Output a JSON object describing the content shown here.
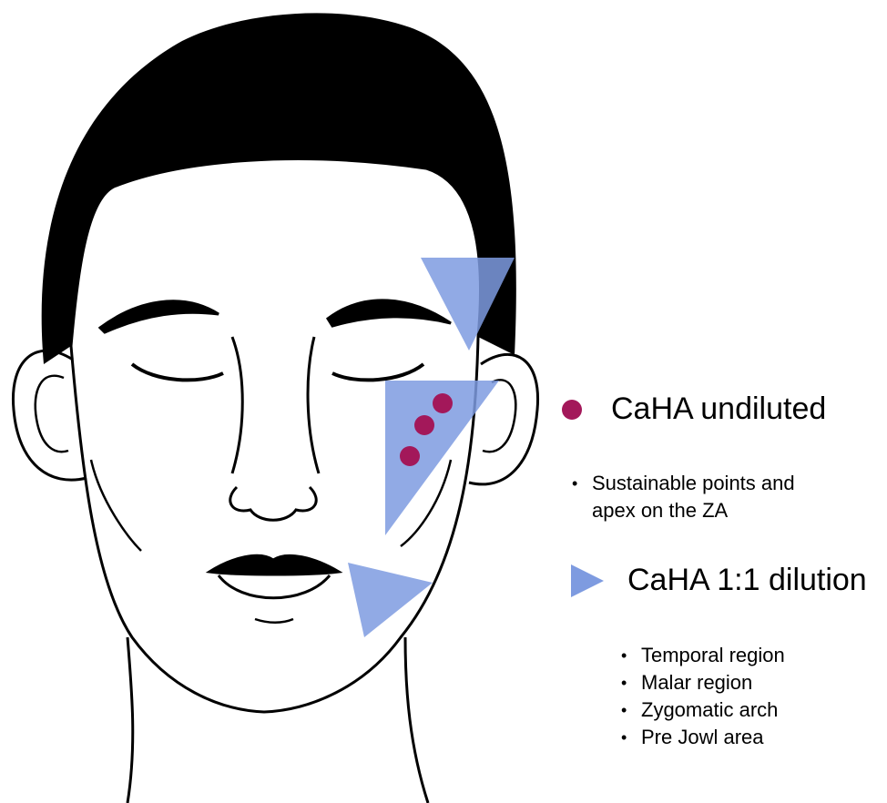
{
  "colors": {
    "undiluted": "#a3185a",
    "dilution": "#7e9be0",
    "line": "#000000",
    "hair": "#000000"
  },
  "legend": {
    "undiluted": {
      "marker": "dot",
      "label": "CaHA undiluted",
      "notes": [
        "Sustainable points and",
        "apex on the ZA"
      ]
    },
    "dilution": {
      "marker": "triangle",
      "label": "CaHA 1:1 dilution",
      "notes": [
        "Temporal region",
        "Malar region",
        "Zygomatic arch",
        "Pre Jowl area"
      ]
    }
  },
  "markers": {
    "injection_points": 3,
    "triangle_regions": 3
  }
}
